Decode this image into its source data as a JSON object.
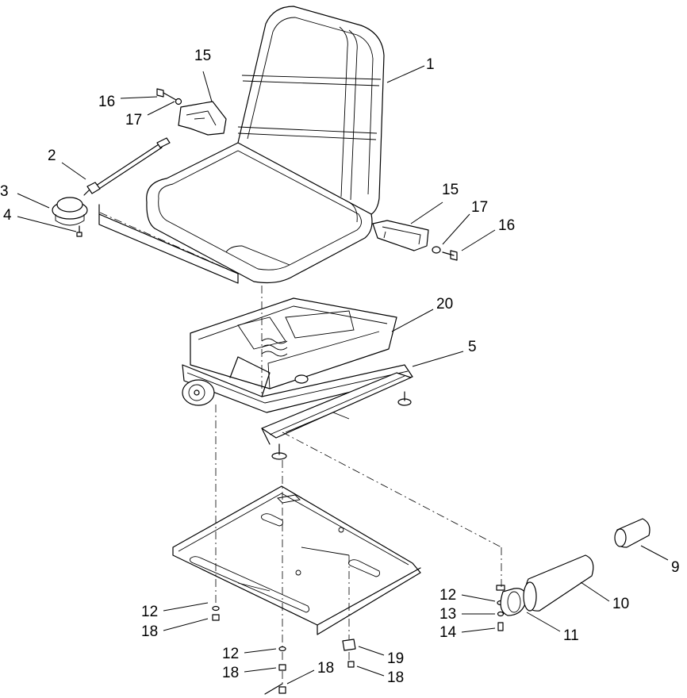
{
  "callouts": [
    {
      "id": "c1",
      "text": "1"
    },
    {
      "id": "c2",
      "text": "2"
    },
    {
      "id": "c3",
      "text": "3"
    },
    {
      "id": "c4",
      "text": "4"
    },
    {
      "id": "c5",
      "text": "5"
    },
    {
      "id": "c9",
      "text": "9"
    },
    {
      "id": "c10",
      "text": "10"
    },
    {
      "id": "c11",
      "text": "11"
    },
    {
      "id": "c12a",
      "text": "12"
    },
    {
      "id": "c12b",
      "text": "12"
    },
    {
      "id": "c12c",
      "text": "12"
    },
    {
      "id": "c13",
      "text": "13"
    },
    {
      "id": "c14",
      "text": "14"
    },
    {
      "id": "c15a",
      "text": "15"
    },
    {
      "id": "c15b",
      "text": "15"
    },
    {
      "id": "c16a",
      "text": "16"
    },
    {
      "id": "c16b",
      "text": "16"
    },
    {
      "id": "c17a",
      "text": "17"
    },
    {
      "id": "c17b",
      "text": "17"
    },
    {
      "id": "c18a",
      "text": "18"
    },
    {
      "id": "c18b",
      "text": "18"
    },
    {
      "id": "c18c",
      "text": "18"
    },
    {
      "id": "c18d",
      "text": "18"
    },
    {
      "id": "c19",
      "text": "19"
    },
    {
      "id": "c20",
      "text": "20"
    }
  ]
}
